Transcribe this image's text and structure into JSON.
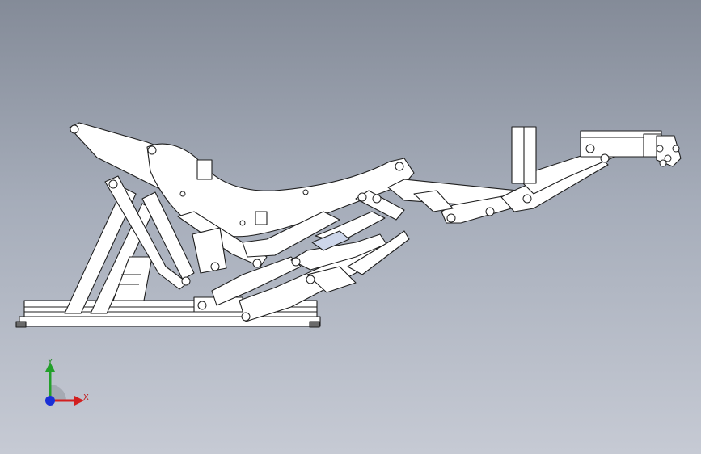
{
  "viewport": {
    "background_top": "#848b98",
    "background_bottom": "#c6cad4"
  },
  "model": {
    "description_icon": "recliner-mechanism-assembly",
    "line_color": "#1e1e1e",
    "fill_color": "#ffffff"
  },
  "triad": {
    "x_label": "X",
    "y_label": "Y",
    "x_color": "#d21f1f",
    "y_color": "#22a02a",
    "z_color": "#1a2fd6"
  }
}
